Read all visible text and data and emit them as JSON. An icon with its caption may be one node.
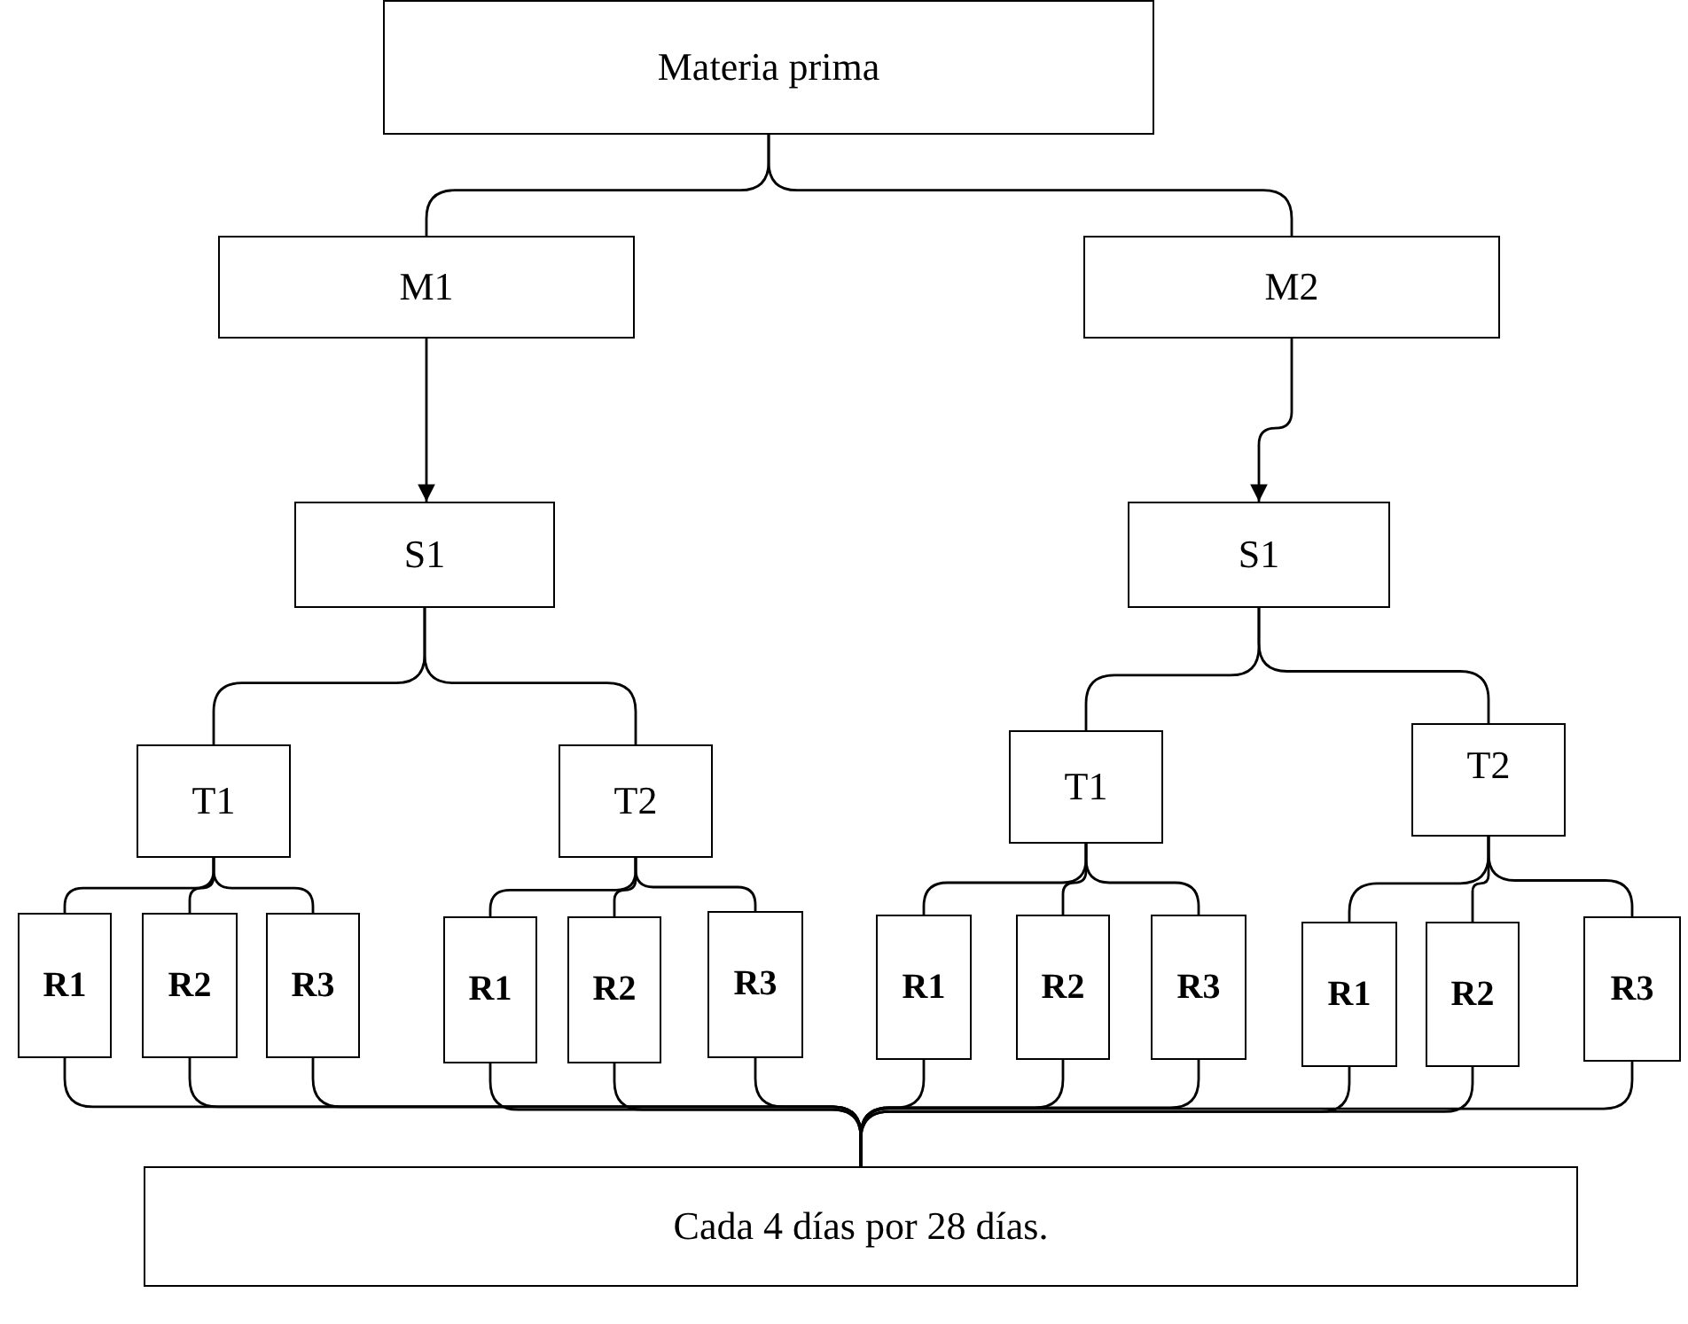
{
  "diagram": {
    "nodes": [
      {
        "text": [
          "Materia prima"
        ]
      },
      {
        "text": [
          "M1"
        ]
      },
      {
        "text": [
          "M2"
        ]
      },
      {
        "text": [
          "S1"
        ]
      },
      {
        "text": [
          "S1"
        ]
      },
      {
        "text": [
          "T1"
        ]
      },
      {
        "text": [
          "T2"
        ]
      },
      {
        "text": [
          "T1"
        ]
      },
      {
        "text": [
          "T2"
        ]
      },
      {
        "text": [
          "R1"
        ]
      },
      {
        "text": [
          "R2"
        ]
      },
      {
        "text": [
          "R3"
        ]
      },
      {
        "text": [
          "R1"
        ]
      },
      {
        "text": [
          "R2"
        ]
      },
      {
        "text": [
          "R3"
        ]
      },
      {
        "text": [
          "R1"
        ]
      },
      {
        "text": [
          "R2"
        ]
      },
      {
        "text": [
          "R3"
        ]
      },
      {
        "text": [
          "R1"
        ]
      },
      {
        "text": [
          "R2"
        ]
      },
      {
        "text": [
          "R3"
        ]
      },
      {
        "text": [
          "Cada 4 días por 28 días."
        ]
      }
    ],
    "edges": [
      {
        "from": 0,
        "to": 1,
        "arrow": "none"
      },
      {
        "from": 0,
        "to": 2,
        "arrow": "none"
      },
      {
        "from": 1,
        "to": 3,
        "arrow": "to"
      },
      {
        "from": 2,
        "to": 4,
        "arrow": "to"
      },
      {
        "from": 3,
        "to": 5,
        "arrow": "none"
      },
      {
        "from": 3,
        "to": 6,
        "arrow": "none"
      },
      {
        "from": 4,
        "to": 7,
        "arrow": "none"
      },
      {
        "from": 4,
        "to": 8,
        "arrow": "none"
      },
      {
        "from": 5,
        "to": 9,
        "arrow": "none"
      },
      {
        "from": 5,
        "to": 10,
        "arrow": "none"
      },
      {
        "from": 5,
        "to": 11,
        "arrow": "none"
      },
      {
        "from": 6,
        "to": 12,
        "arrow": "none"
      },
      {
        "from": 6,
        "to": 13,
        "arrow": "none"
      },
      {
        "from": 6,
        "to": 14,
        "arrow": "none"
      },
      {
        "from": 7,
        "to": 15,
        "arrow": "none"
      },
      {
        "from": 7,
        "to": 16,
        "arrow": "none"
      },
      {
        "from": 7,
        "to": 17,
        "arrow": "none"
      },
      {
        "from": 8,
        "to": 18,
        "arrow": "none"
      },
      {
        "from": 8,
        "to": 19,
        "arrow": "none"
      },
      {
        "from": 8,
        "to": 20,
        "arrow": "none"
      },
      {
        "from": 9,
        "to": 21,
        "arrow": "none"
      },
      {
        "from": 10,
        "to": 21,
        "arrow": "none"
      },
      {
        "from": 11,
        "to": 21,
        "arrow": "none"
      },
      {
        "from": 12,
        "to": 21,
        "arrow": "none"
      },
      {
        "from": 13,
        "to": 21,
        "arrow": "none"
      },
      {
        "from": 14,
        "to": 21,
        "arrow": "none"
      },
      {
        "from": 15,
        "to": 21,
        "arrow": "none"
      },
      {
        "from": 16,
        "to": 21,
        "arrow": "none"
      },
      {
        "from": 17,
        "to": 21,
        "arrow": "none"
      },
      {
        "from": 18,
        "to": 21,
        "arrow": "none"
      },
      {
        "from": 19,
        "to": 21,
        "arrow": "none"
      },
      {
        "from": 20,
        "to": 21,
        "arrow": "none"
      }
    ]
  }
}
